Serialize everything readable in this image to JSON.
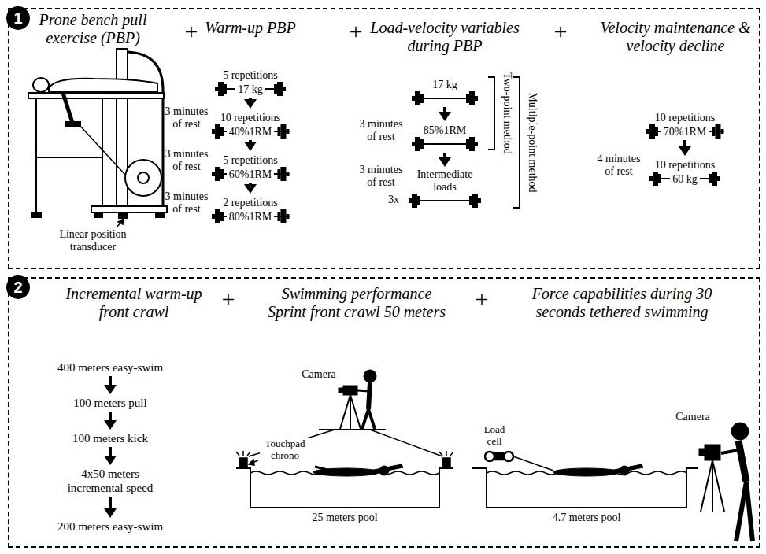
{
  "diagram": {
    "nodes": [
      {
        "text": [
          "1"
        ]
      },
      {
        "text": [
          "5 repetitions",
          "17 kg"
        ],
        "in": 0
      },
      {
        "text": [
          "10 repetitions",
          "40%1RM"
        ],
        "in": 0
      },
      {
        "text": [
          "5 repetitions",
          "60%1RM"
        ],
        "in": 0
      },
      {
        "text": [
          "2 repetitions",
          "80%1RM"
        ],
        "in": 0
      },
      {
        "text": [
          "17 kg"
        ],
        "in": 0
      },
      {
        "text": [
          "85%1RM"
        ],
        "in": 0
      },
      {
        "text": [
          "Intermediate loads"
        ],
        "in": 0
      },
      {
        "text": [
          "10 repetitions",
          "70%1RM"
        ],
        "in": 0
      },
      {
        "text": [
          "10 repetitions",
          "60 kg"
        ],
        "in": 0
      },
      {
        "text": [
          "2"
        ]
      },
      {
        "text": [
          "400 meters easy-swim"
        ],
        "in": 10
      },
      {
        "text": [
          "100 meters pull"
        ],
        "in": 10
      },
      {
        "text": [
          "100 meters kick"
        ],
        "in": 10
      },
      {
        "text": [
          "4x50 meters incremental speed"
        ],
        "in": 10
      },
      {
        "text": [
          "200 meters easy-swim"
        ],
        "in": 10
      }
    ],
    "edges": [
      {
        "from": 1,
        "to": 2,
        "arrow": "to"
      },
      {
        "from": 2,
        "to": 3,
        "arrow": "to"
      },
      {
        "from": 3,
        "to": 4,
        "arrow": "to"
      },
      {
        "from": 5,
        "to": 6,
        "arrow": "to"
      },
      {
        "from": 6,
        "to": 7,
        "arrow": "to"
      },
      {
        "from": 8,
        "to": 9,
        "arrow": "to"
      },
      {
        "from": 11,
        "to": 12,
        "arrow": "to"
      },
      {
        "from": 12,
        "to": 13,
        "arrow": "to"
      },
      {
        "from": 13,
        "to": 14,
        "arrow": "to"
      },
      {
        "from": 14,
        "to": 15,
        "arrow": "to"
      }
    ],
    "labels": [
      "Prone bench pull exercise (PBP)",
      "Linear position transducer",
      "+",
      "Warm-up PBP",
      "3 minutes of rest",
      "3 minutes of rest",
      "3 minutes of rest",
      "+",
      "Load-velocity variables during PBP",
      "3 minutes of rest",
      "3 minutes of rest",
      "3x",
      "Two-point method",
      "Multiple-point method",
      "+",
      "Velocity maintenance & velocity decline",
      "4 minutes of rest",
      "Incremental warm-up front crawl",
      "+",
      "Swimming performance Sprint front crawl 50 meters",
      "+",
      "Force capabilities during 30 seconds tethered swimming",
      "Camera",
      "Touchpad chrono",
      "25 meters pool",
      "Load cell",
      "Camera",
      "4.7 meters pool"
    ]
  }
}
